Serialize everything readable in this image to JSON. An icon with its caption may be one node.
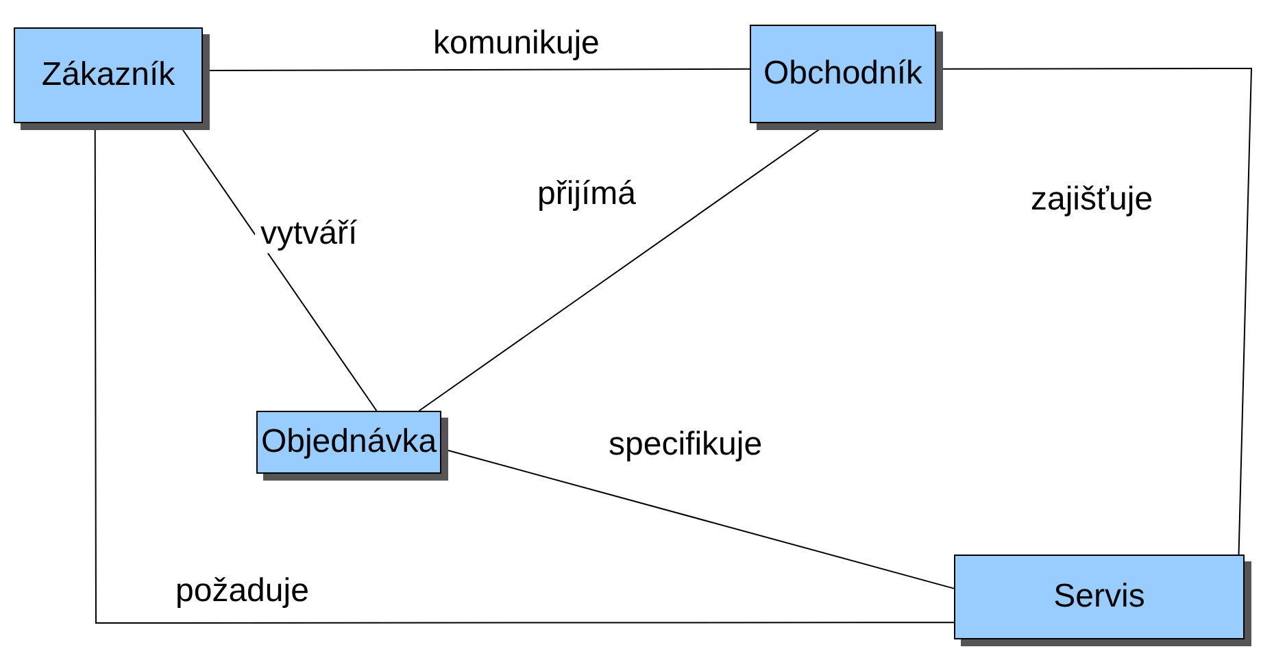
{
  "diagram": {
    "nodes": [
      {
        "text": [
          "Zákazník"
        ]
      },
      {
        "text": [
          "Obchodník"
        ]
      },
      {
        "text": [
          "Objednávka"
        ]
      },
      {
        "text": [
          "Servis"
        ]
      }
    ],
    "edges": [
      {
        "from": 0,
        "to": 1,
        "arrow": "none",
        "label": "komunikuje"
      },
      {
        "from": 0,
        "to": 2,
        "arrow": "none",
        "label": "vytváří"
      },
      {
        "from": 1,
        "to": 2,
        "arrow": "none",
        "label": "přijímá"
      },
      {
        "from": 1,
        "to": 3,
        "arrow": "none",
        "label": "zajišťuje"
      },
      {
        "from": 2,
        "to": 3,
        "arrow": "none",
        "label": "specifikuje"
      },
      {
        "from": 0,
        "to": 3,
        "arrow": "none",
        "label": "požaduje"
      }
    ]
  }
}
